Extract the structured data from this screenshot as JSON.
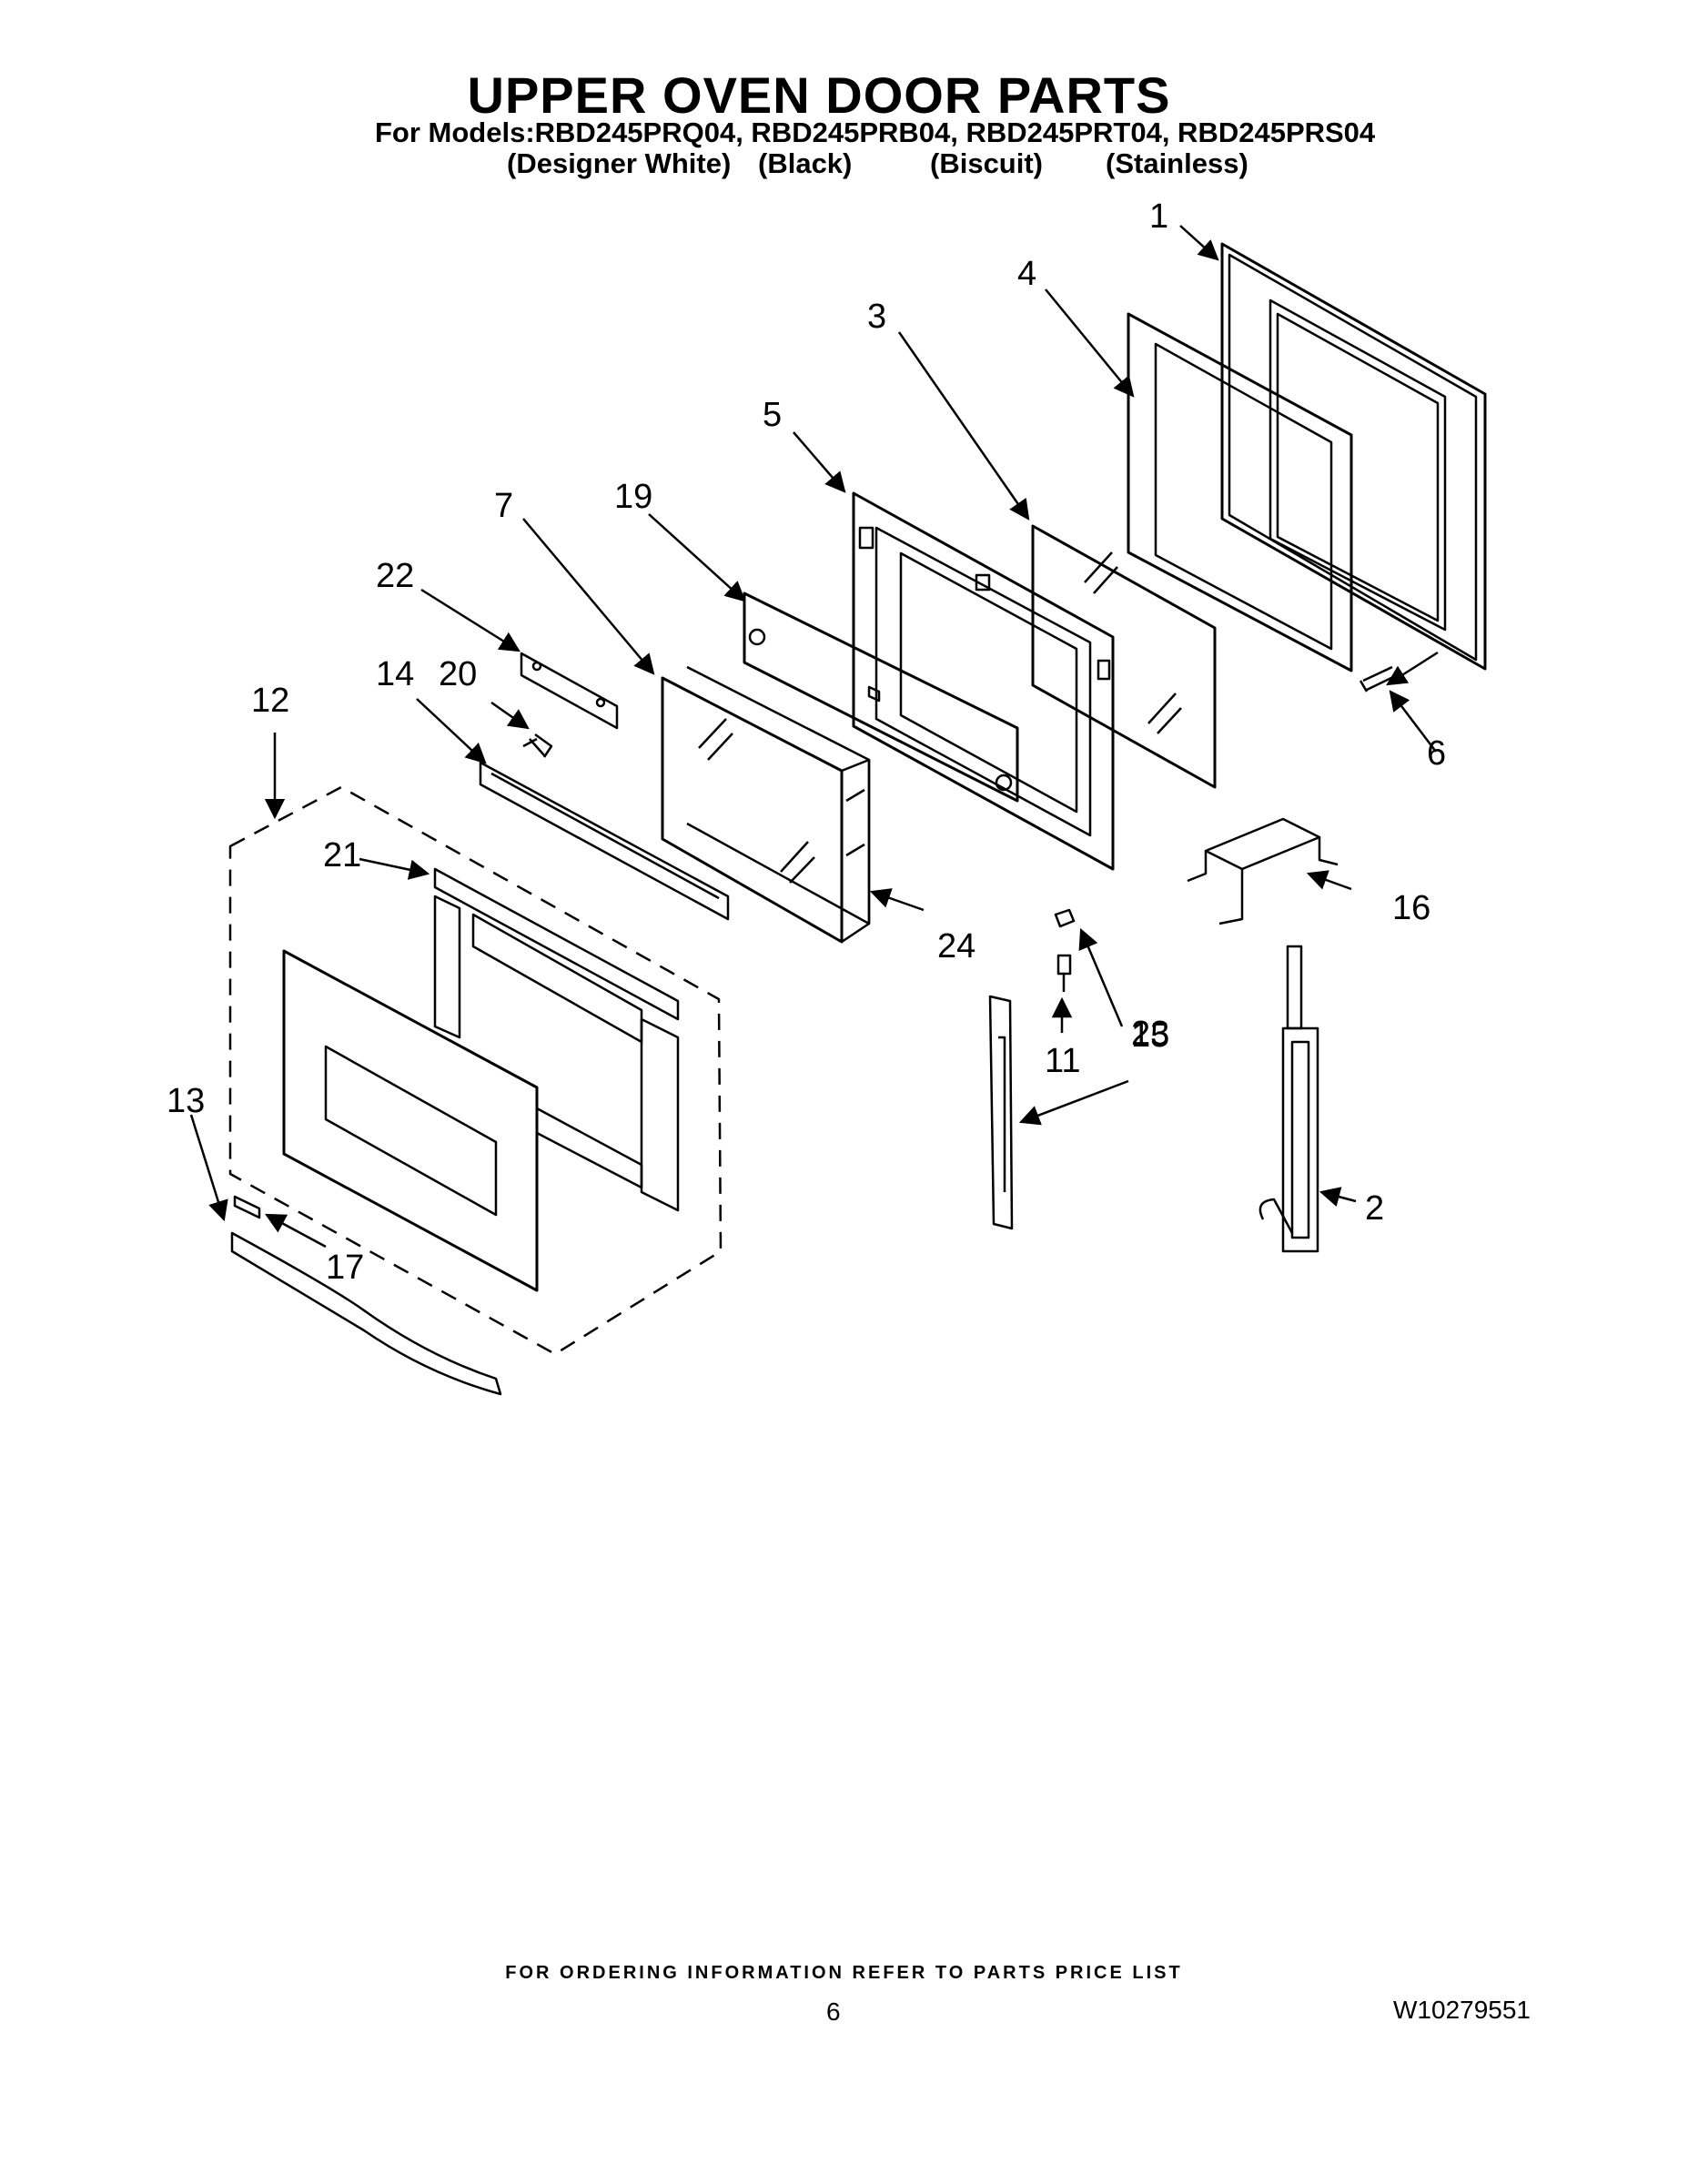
{
  "header": {
    "title": "UPPER OVEN DOOR PARTS",
    "models_line": "For Models:RBD245PRQ04, RBD245PRB04, RBD245PRT04, RBD245PRS04",
    "colors": [
      "(Designer White)",
      "(Black)",
      "(Biscuit)",
      "(Stainless)"
    ]
  },
  "callouts": [
    "1",
    "2",
    "3",
    "4",
    "5",
    "6",
    "7",
    "11",
    "12",
    "13",
    "14",
    "15",
    "16",
    "17",
    "19",
    "20",
    "21",
    "22",
    "23",
    "24"
  ],
  "footer": {
    "ordering_note": "FOR ORDERING INFORMATION REFER TO PARTS PRICE LIST",
    "page_number": "6",
    "document_id": "W10279551"
  }
}
